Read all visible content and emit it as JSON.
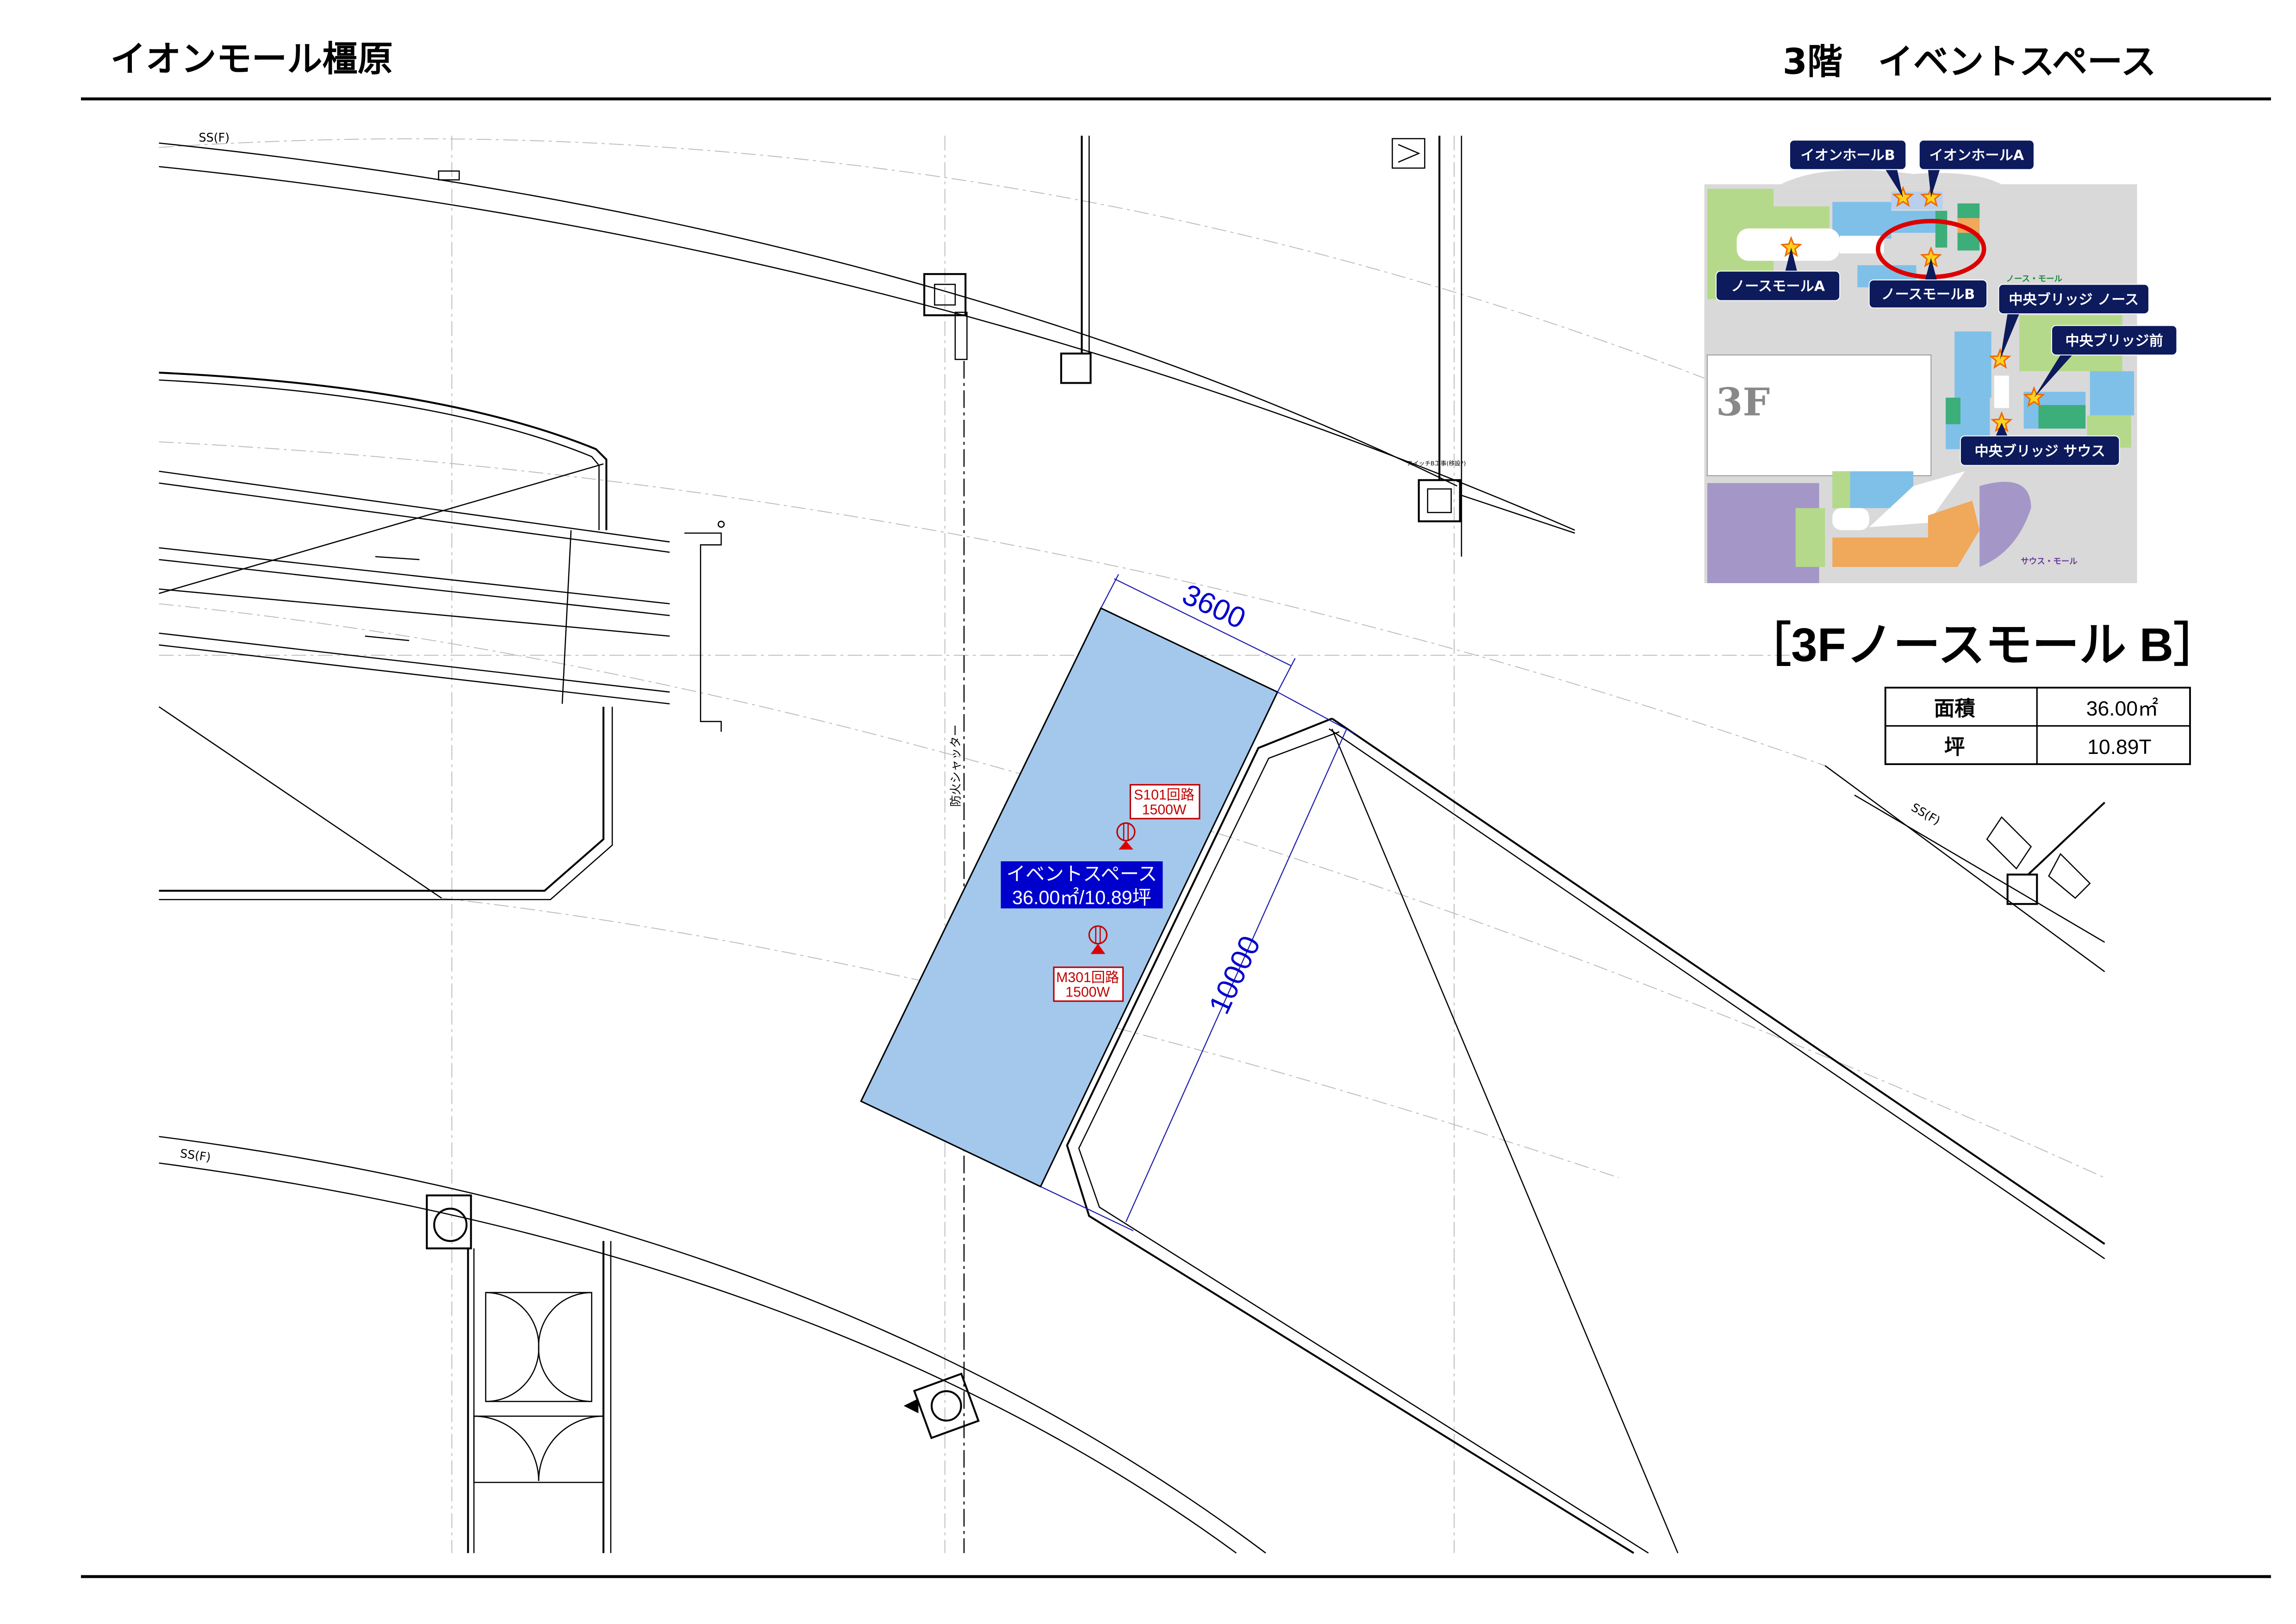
{
  "header": {
    "title": "イオンモール橿原",
    "section": "3階　イベントスペース"
  },
  "plan": {
    "dimension_width": "3600",
    "dimension_length": "10000",
    "event_label_line1": "イベントスペース",
    "event_label_line2": "36.00㎡/10.89坪",
    "event_fill_color": "#a3c8ec",
    "event_label_color": "#0000cc",
    "circuit_1_name": "S101回路",
    "circuit_1_power": "1500W",
    "circuit_2_name": "M301回路",
    "circuit_2_power": "1500W",
    "circuit_color": "#cc0000",
    "fire_shutter_label": "防火シャッター",
    "ss_label_top": "SS(F)",
    "ss_label_bottom": "SS(F)",
    "ss_label_right": "SS(F)",
    "switch_note": "スイッチB工事(移設?)"
  },
  "minimap": {
    "floor_label": "3F",
    "north_mall_label": "ノース・モール",
    "south_mall_label": "サウス・モール",
    "callouts": [
      {
        "label": "イオンホールB"
      },
      {
        "label": "イオンホールA"
      },
      {
        "label": "ノースモールA"
      },
      {
        "label": "ノースモールB",
        "selected": true
      },
      {
        "label": "中央ブリッジ ノース"
      },
      {
        "label": "中央ブリッジ前"
      },
      {
        "label": "中央ブリッジ サウス"
      }
    ],
    "callout_color": "#0d1a5c",
    "highlight_color": "#dd0000"
  },
  "info": {
    "title": "［3Fノースモール B］",
    "rows": [
      {
        "label": "面積",
        "value": "36.00㎡"
      },
      {
        "label": "坪",
        "value": "10.89T"
      }
    ]
  }
}
